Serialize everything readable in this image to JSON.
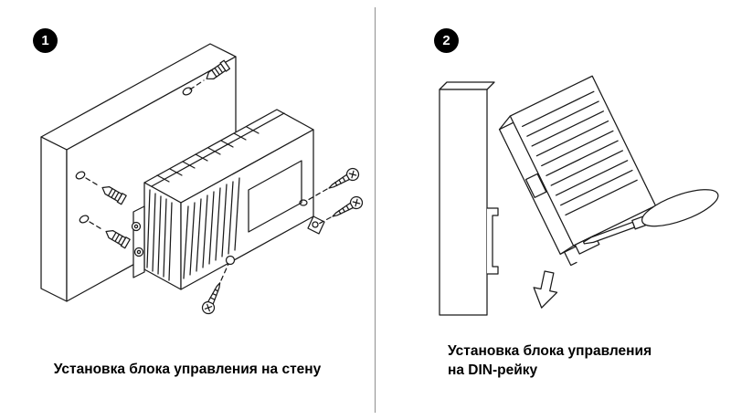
{
  "figure": {
    "panels": [
      {
        "number": "1",
        "caption": "Установка блока управления на стену",
        "illustration": "wall-mount-diagram"
      },
      {
        "number": "2",
        "caption_line1": "Установка блока управления",
        "caption_line2": "на DIN-рейку",
        "illustration": "din-rail-diagram"
      }
    ],
    "colors": {
      "line": "#1a1a1a",
      "background": "#ffffff",
      "badge": "#000000",
      "badge_text": "#ffffff",
      "divider": "#8f8f8f"
    }
  }
}
